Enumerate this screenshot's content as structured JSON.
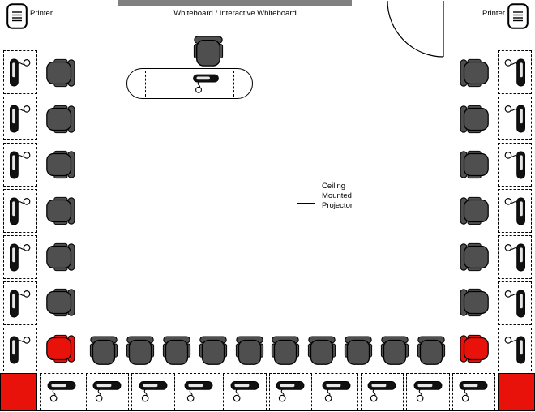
{
  "diagram": {
    "type": "classroom-computer-lab-floor-plan",
    "whiteboard_label": "Whiteboard / Interactive Whiteboard",
    "printer_left_label": "Printer",
    "printer_right_label": "Printer",
    "projector_label_lines": [
      "Ceiling",
      "Mounted",
      "Projector"
    ],
    "colors": {
      "chair_gray": "#4f4f4f",
      "chair_red": "#e8120b",
      "corner_block_red": "#e8120b",
      "whiteboard_gray": "#808080"
    },
    "counts": {
      "left_workstations": 7,
      "right_workstations": 7,
      "bottom_workstations": 10,
      "side_gray_chairs": 12,
      "bottom_gray_chairs": 10,
      "red_chairs": 2,
      "printers": 2,
      "teacher_stations": 1,
      "doors": 1
    }
  }
}
